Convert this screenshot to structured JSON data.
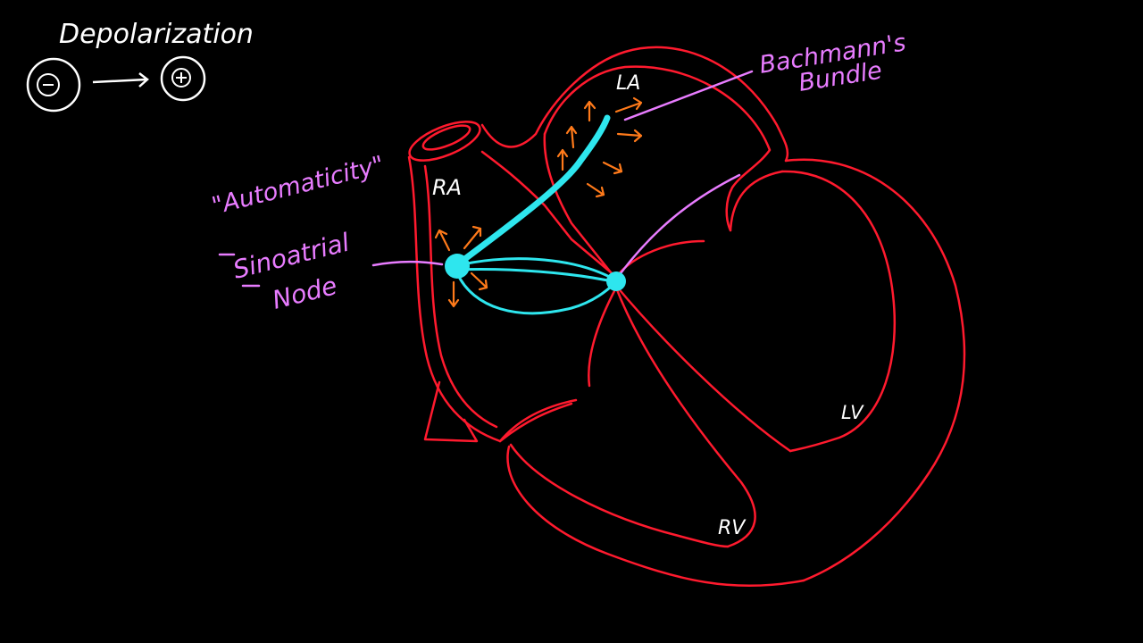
{
  "colors": {
    "background": "#000000",
    "heart_outline": "#ff1a2e",
    "conduction": "#2ee6ee",
    "arrows": "#ff7a1a",
    "annotation": "#e87cff",
    "text": "#ffffff"
  },
  "header": {
    "title": "Depolarization",
    "before_sign": "⊖",
    "after_sign": "⊕"
  },
  "labels": {
    "ra": "RA",
    "la": "LA",
    "rv": "RV",
    "lv": "LV"
  },
  "annotations": {
    "automaticity": "\"Automaticity\"",
    "sa_node_line1": "Sinoatrial",
    "sa_node_line2": "Node",
    "bachmann_line1": "Bachmann's",
    "bachmann_line2": "Bundle"
  }
}
